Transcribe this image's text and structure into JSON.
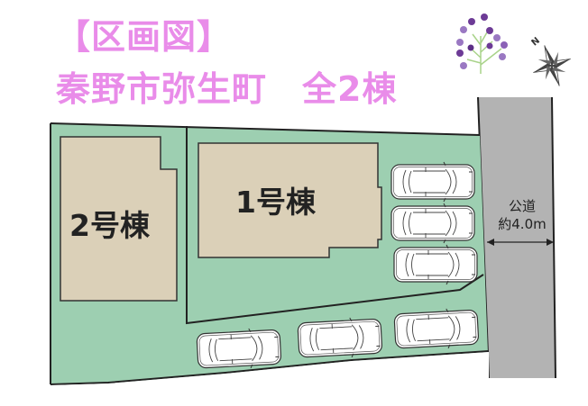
{
  "header": {
    "title_line1": "【区画図】",
    "title_line2": "秦野市弥生町　全2棟",
    "title_color": "#e98ce9"
  },
  "decorations": {
    "flower_icon": "purple-berry-sprig",
    "compass_icon": "compass-rose",
    "compass_label": "N"
  },
  "plan": {
    "lots": [
      {
        "id": "lot-2",
        "label": "2号棟"
      },
      {
        "id": "lot-1",
        "label": "1号棟"
      }
    ],
    "road": {
      "label": "公道",
      "width_label": "約4.0m"
    },
    "parking_spaces": 6,
    "colors": {
      "lot_fill": "#9dcfb1",
      "building_fill": "#dbd0b8",
      "road_fill": "#b3b3b3",
      "outline": "#222222"
    }
  }
}
